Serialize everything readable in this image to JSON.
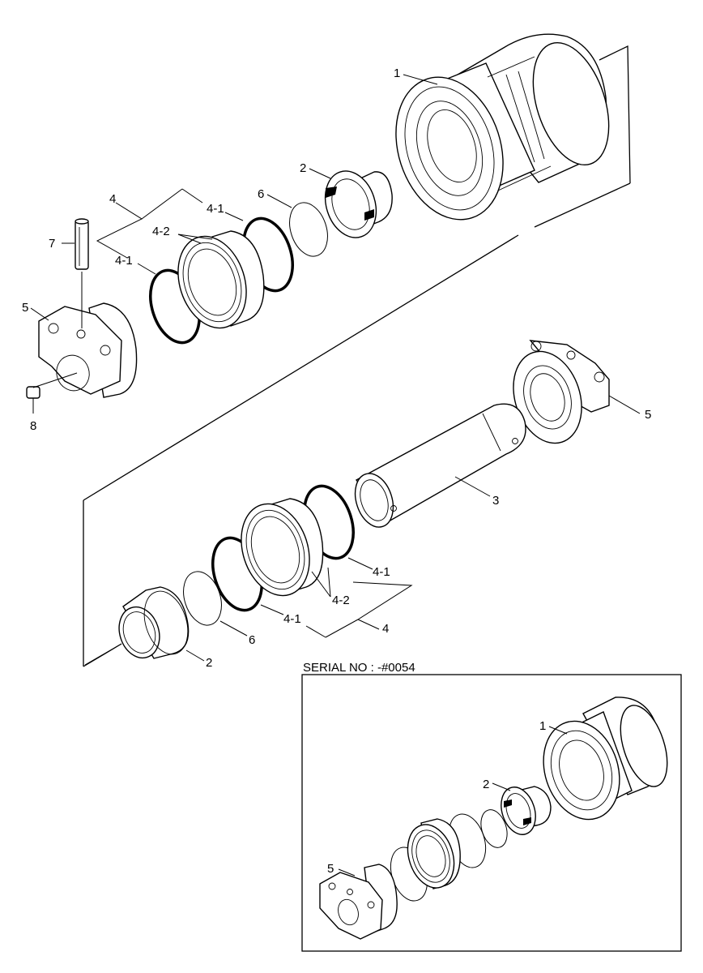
{
  "serial_label": "SERIAL NO : -#0054",
  "callouts": {
    "roller": "1",
    "bushing": "2",
    "shaft": "3",
    "seal_group": "4",
    "o_ring": "4-1",
    "floating_seal": "4-2",
    "collar": "5",
    "plug": "6",
    "pin": "7",
    "bolt": "8"
  }
}
